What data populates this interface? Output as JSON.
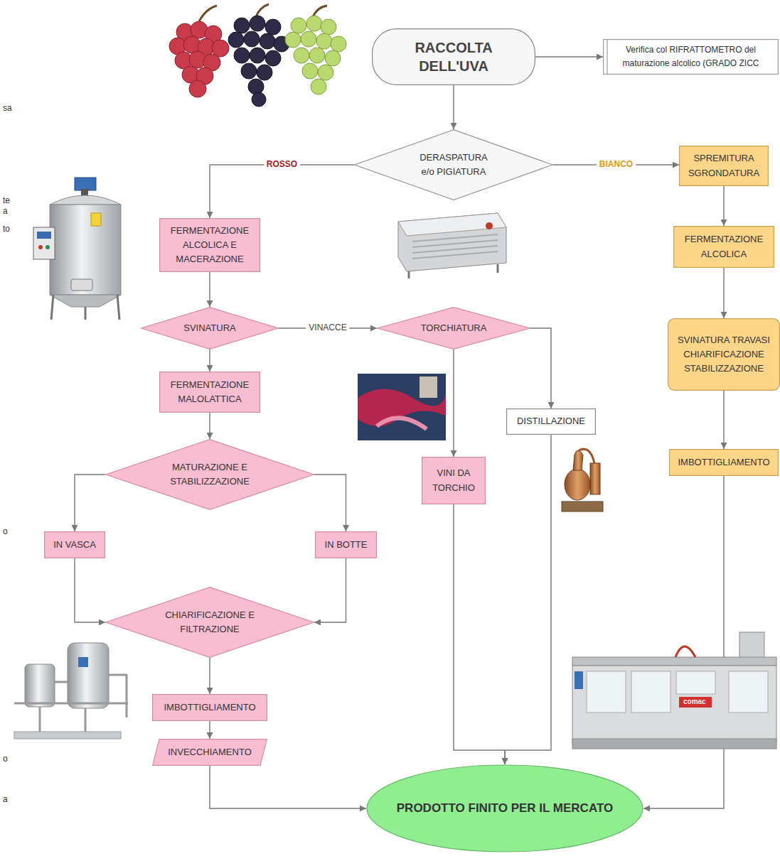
{
  "diagram": {
    "nodes": [
      {
        "text": [
          "RACCOLTA DELL'UVA"
        ]
      },
      {
        "text": [
          "Verifica col RIFRATTOMETRO del maturazione alcolico (GRADO ZICC"
        ]
      },
      {
        "text": [
          "DERASPATURA e/o PIGIATURA"
        ]
      },
      {
        "text": [
          "SPREMITURA SGRONDATURA"
        ]
      },
      {
        "text": [
          "FERMENTAZIONE ALCOLICA E MACERAZIONE"
        ]
      },
      {
        "text": [
          "FERMENTAZIONE ALCOLICA"
        ]
      },
      {
        "text": [
          "SVINATURA"
        ]
      },
      {
        "text": [
          "TORCHIATURA"
        ]
      },
      {
        "text": [
          "SVINATURA TRAVASI CHIARIFICAZIONE STABILIZZAZIONE"
        ]
      },
      {
        "text": [
          "FERMENTAZIONE MALOLATTICA"
        ]
      },
      {
        "text": [
          "DISTILLAZIONE"
        ]
      },
      {
        "text": [
          "IMBOTTIGLIAMENTO"
        ]
      },
      {
        "text": [
          "VINI DA TORCHIO"
        ]
      },
      {
        "text": [
          "MATURAZIONE E STABILIZZAZIONE"
        ]
      },
      {
        "text": [
          "IN VASCA"
        ]
      },
      {
        "text": [
          "IN BOTTE"
        ]
      },
      {
        "text": [
          "CHIARIFICAZIONE E FILTRAZIONE"
        ]
      },
      {
        "text": [
          "IMBOTTIGLIAMENTO"
        ]
      },
      {
        "text": [
          "INVECCHIAMENTO"
        ]
      },
      {
        "text": [
          "PRODOTTO FINITO PER IL MERCATO"
        ]
      }
    ],
    "edges": [
      {
        "from": 0,
        "to": 1,
        "arrow": "to"
      },
      {
        "from": 0,
        "to": 2,
        "arrow": "to"
      },
      {
        "from": 2,
        "to": 4,
        "label": "ROSSO",
        "arrow": "to"
      },
      {
        "from": 2,
        "to": 3,
        "label": "BIANCO",
        "arrow": "to"
      },
      {
        "from": 3,
        "to": 5,
        "arrow": "to"
      },
      {
        "from": 5,
        "to": 8,
        "arrow": "to"
      },
      {
        "from": 8,
        "to": 11,
        "arrow": "to"
      },
      {
        "from": 11,
        "to": 19,
        "arrow": "to"
      },
      {
        "from": 4,
        "to": 6,
        "arrow": "to"
      },
      {
        "from": 6,
        "to": 7,
        "label": "VINACCE",
        "arrow": "to"
      },
      {
        "from": 6,
        "to": 9,
        "arrow": "to"
      },
      {
        "from": 7,
        "to": 12,
        "arrow": "to"
      },
      {
        "from": 7,
        "to": 10,
        "arrow": "to"
      },
      {
        "from": 9,
        "to": 13,
        "arrow": "to"
      },
      {
        "from": 13,
        "to": 14,
        "arrow": "to"
      },
      {
        "from": 13,
        "to": 15,
        "arrow": "to"
      },
      {
        "from": 14,
        "to": 16,
        "arrow": "to"
      },
      {
        "from": 15,
        "to": 16,
        "arrow": "to"
      },
      {
        "from": 16,
        "to": 17,
        "arrow": "to"
      },
      {
        "from": 17,
        "to": 18,
        "arrow": "to"
      },
      {
        "from": 18,
        "to": 19,
        "arrow": "to"
      },
      {
        "from": 12,
        "to": 19,
        "arrow": "to"
      },
      {
        "from": 10,
        "to": 19,
        "arrow": "to"
      }
    ],
    "labels": [
      "sa",
      "te",
      "a",
      "to",
      "o",
      "o",
      "a",
      "comac"
    ]
  }
}
